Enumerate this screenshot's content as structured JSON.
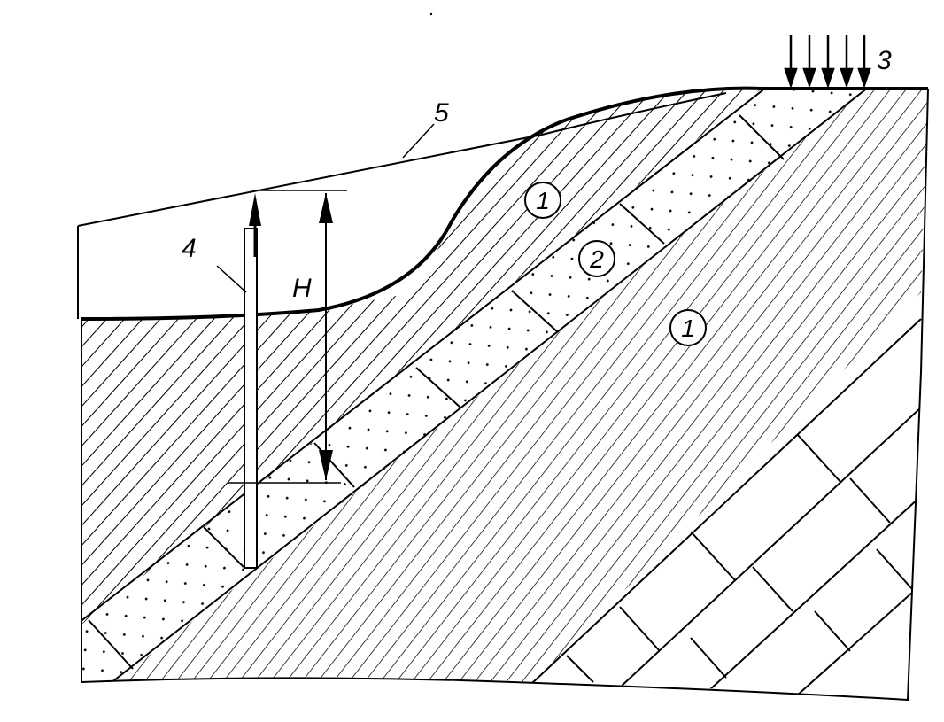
{
  "labels": {
    "clay_upper": "1",
    "sand_layer": "2",
    "clay_lower": "1",
    "recharge": "3",
    "well": "4",
    "piezometric_surface": "5",
    "head": "H"
  },
  "colors": {
    "ink": "#000000",
    "paper": "#ffffff"
  }
}
